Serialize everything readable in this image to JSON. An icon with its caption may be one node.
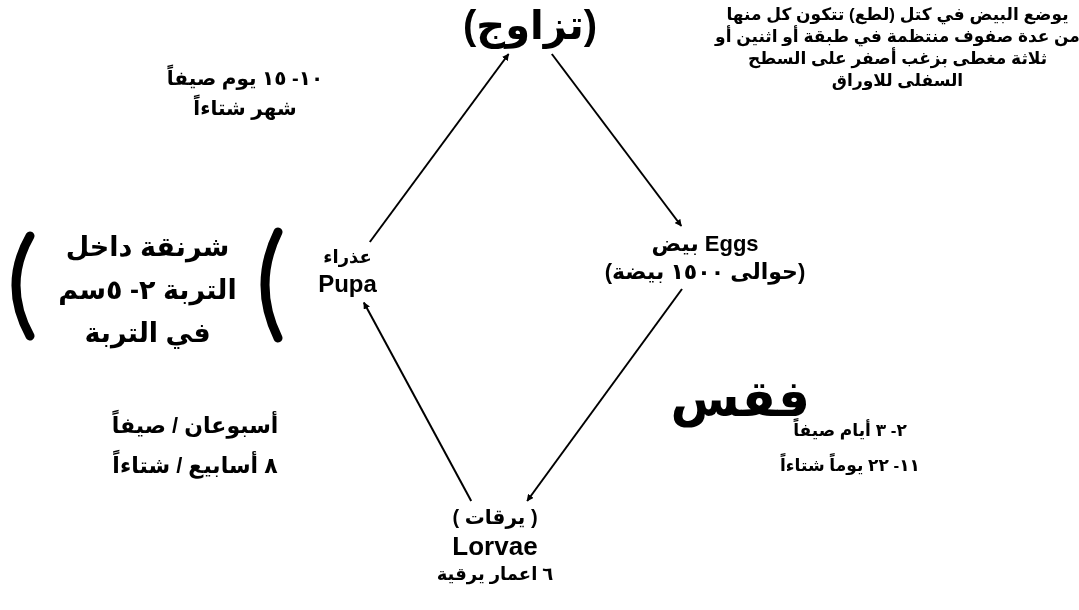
{
  "diagram": {
    "nodes": [
      {
        "text": [
          "(تزاوج)"
        ]
      },
      {
        "text": [
          "بيض Eggs",
          "(حوالى ١٥٠٠ بيضة)"
        ]
      },
      {
        "text": [
          "( يرقات )",
          "Lorvae",
          "٦ اعمار يرقية"
        ]
      },
      {
        "text": [
          "عذراء",
          "Pupa"
        ],
        "beside": [
          "شرنقة داخل التربة ٢- ٥سم في التربة"
        ]
      }
    ],
    "edges": [
      {
        "from": 0,
        "to": 1,
        "arrow": "to"
      },
      {
        "from": 1,
        "to": 2,
        "arrow": "to"
      },
      {
        "from": 2,
        "to": 3,
        "arrow": "to"
      },
      {
        "from": 3,
        "to": 0,
        "arrow": "to"
      }
    ],
    "labels": [
      "يوضع البيض في كتل (لطع) تتكون كل منها من عدة صفوف منتظمة في طبقة أو اثنين أو ثلاثة مغطى بزغب أصفر على السطح السفلى للاوراق",
      "١٠- ١٥ يوم صيفاً",
      "شهر شتاءاً",
      "فقس",
      "٢- ٣ أيام صيفاً",
      "١١- ٢٢ يوماً شتاءاً",
      "أسبوعان / صيفاً",
      "٨ أسابيع / شتاءاً"
    ]
  }
}
